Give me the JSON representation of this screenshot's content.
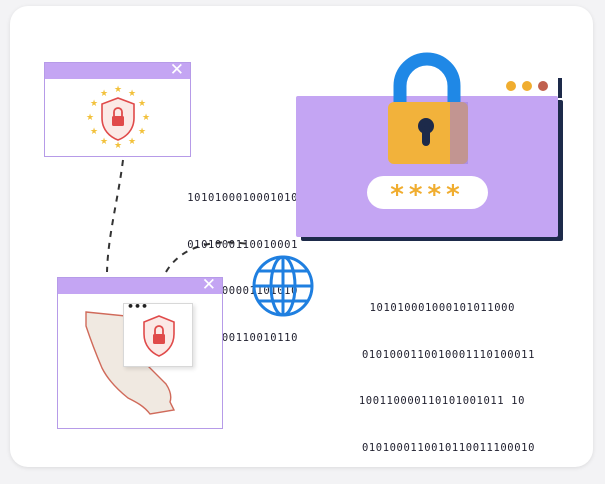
{
  "windows": {
    "eu": {
      "close_label": "✕"
    },
    "california": {
      "close_label": "✕",
      "popup_dots": "•••"
    }
  },
  "browser": {
    "dots": [
      "#f0ad2f",
      "#f0ad2f",
      "#c0604e"
    ],
    "password_mask": "****"
  },
  "binary_left": [
    "1010100010001010",
    "0101000110010001",
    "1001100001101010",
    "0101000110010110"
  ],
  "binary_right": [
    "101010001000101011000",
    "0101000110010001110100011",
    "100110000110101001011 10",
    "0101000110010110011100010"
  ],
  "colors": {
    "accent_purple": "#c4a5f3",
    "lock_body": "#f2b23b",
    "shackle_blue": "#1f88e6",
    "globe_blue": "#1f7fe0",
    "shield_red": "#e04a4a"
  }
}
